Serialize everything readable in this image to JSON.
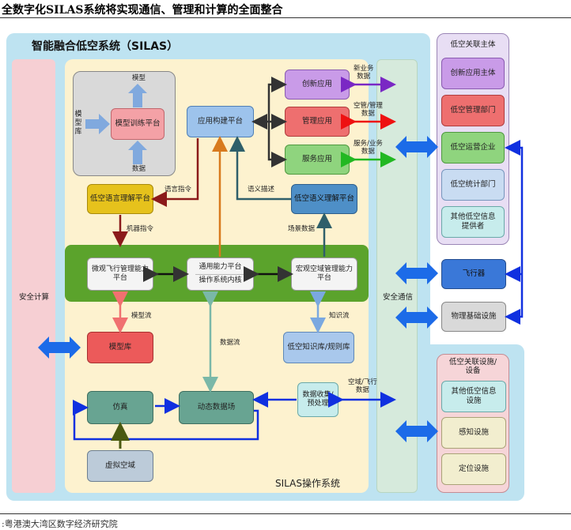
{
  "header": {
    "title": "全数字化SILAS系统将实现通信、管理和计算的全面整合"
  },
  "source": ":粤港澳大湾区数字经济研究院",
  "diagram": {
    "system_title": "智能融合低空系统（SILAS）",
    "os_label": "SILAS操作系统",
    "security_compute": "安全计算",
    "security_comm": "安全通信",
    "model_group": {
      "model_top": "模型",
      "model_lib_side": [
        "模",
        "型",
        "库"
      ],
      "training_platform": "模型训练平台",
      "data_bottom": "数据"
    },
    "app_build_platform": "应用构建平台",
    "apps": {
      "innovation": "创新应用",
      "management": "管理应用",
      "service": "服务应用"
    },
    "app_flow_labels": {
      "innovation": "新业务\n数据",
      "management": "空管/管理\n数据",
      "service": "服务/业务\n数据"
    },
    "language_understanding": "低空语言理解平台",
    "semantic_understanding": "低空语义理解平台",
    "lang_cmd": "语言指令",
    "semantic_desc": "语义描述",
    "machine_cmd": "机器指令",
    "scene_data": "场景数据",
    "core": {
      "micro": "微观飞行管理能力\n平台",
      "general_line1": "通用能力平台",
      "general_line2": "操作系统内核",
      "macro": "宏观空域管理能力\n平台"
    },
    "model_flow": "模型流",
    "knowledge_flow": "知识流",
    "data_flow": "数据流",
    "model_library": "模型库",
    "knowledge_library": "低空知识库/规则库",
    "simulation": "仿真",
    "dynamic_data": "动态数据场",
    "data_collect": "数据收集/\n预处理",
    "virtual_airspace": "虚拟空域",
    "airspace_flight_data": "空域/飞行\n数据",
    "subjects": {
      "title": "低空关联主体",
      "items": [
        "创新应用主体",
        "低空管理部门",
        "低空运营企业",
        "低空统计部门",
        "其他低空信息\n提供者"
      ]
    },
    "aircraft": "飞行器",
    "physical_infra": "物理基础设施",
    "facilities": {
      "title": "低空关联设施/\n设备",
      "items": [
        "其他低空信息\n设施",
        "感知设施",
        "定位设施"
      ]
    },
    "colors": {
      "outer": "#bee3f1",
      "inner": "#fdf2cf",
      "green_band": "#5ba32c",
      "pink": "#f6cfd3",
      "lavender": "#e8def4",
      "comm_band": "#d6eadc"
    }
  }
}
